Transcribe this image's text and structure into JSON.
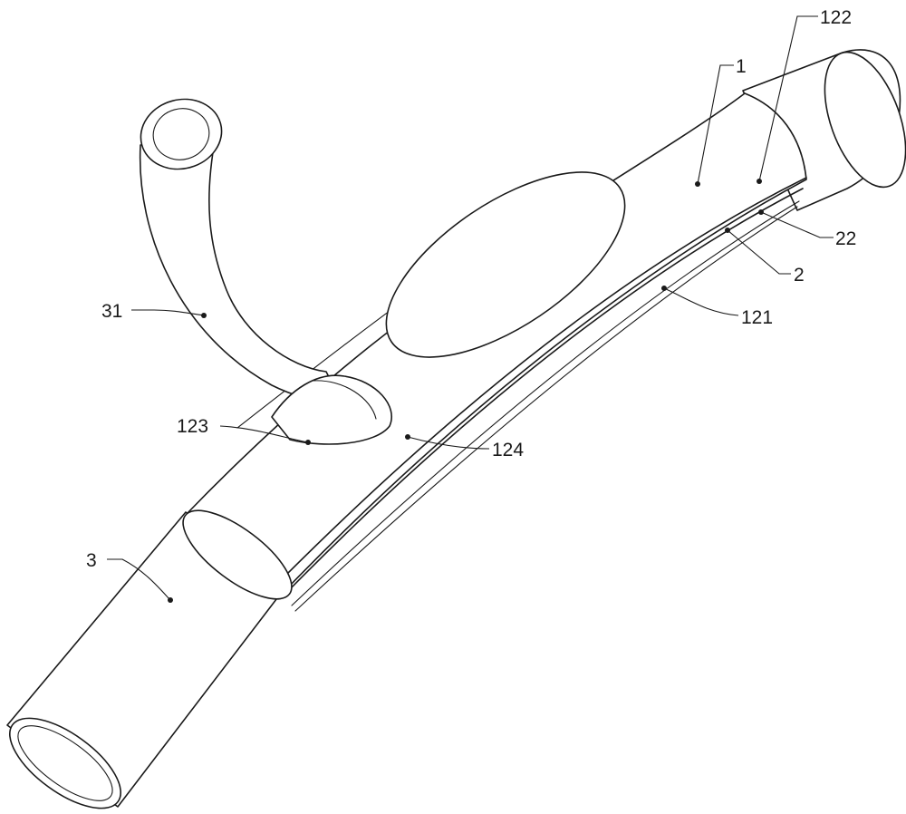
{
  "labels": {
    "l1": "1",
    "l122": "122",
    "l22": "22",
    "l2": "2",
    "l121": "121",
    "l31": "31",
    "l123": "123",
    "l124": "124",
    "l3": "3"
  }
}
